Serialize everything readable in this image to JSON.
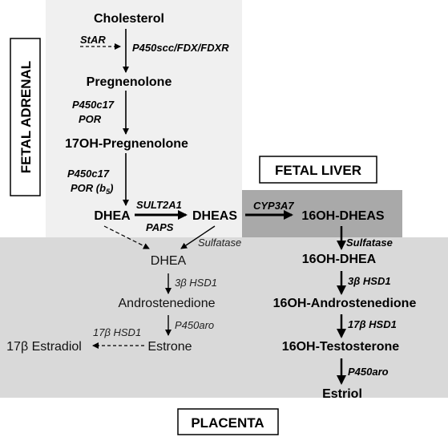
{
  "regions": {
    "fetal_adrenal": "FETAL ADRENAL",
    "fetal_liver": "FETAL LIVER",
    "placenta": "PLACENTA"
  },
  "nodes": {
    "cholesterol": "Cholesterol",
    "pregnenolone": "Pregnenolone",
    "oh17_pregnenolone": "17OH-Pregnenolone",
    "dhea_adrenal": "DHEA",
    "dheas": "DHEAS",
    "oh16_dheas": "16OH-DHEAS",
    "dhea_placenta": "DHEA",
    "androstenedione": "Androstenedione",
    "estrone": "Estrone",
    "estradiol": "17β Estradiol",
    "oh16_dhea": "16OH-DHEA",
    "oh16_androstenedione": "16OH-Androstenedione",
    "oh16_testosterone": "16OH-Testosterone",
    "estriol": "Estriol"
  },
  "enzymes": {
    "star": "StAR",
    "p450scc": "P450scc/FDX/FDXR",
    "p450c17_a": "P450c17",
    "por_a": "POR",
    "p450c17_b": "P450c17",
    "por_b5": "POR (b",
    "b5_sub": "5",
    "por_b5_close": ")",
    "sult2a1": "SULT2A1",
    "paps": "PAPS",
    "cyp3a7": "CYP3A7",
    "sulfatase_placenta": "Sulfatase",
    "sulfatase_liver": "Sulfatase",
    "hsd1_a": "3β HSD1",
    "p450aro_a": "P450aro",
    "hsd17": "17β HSD1",
    "hsd1_b": "3β HSD1",
    "hsd17_b": "17β HSD1",
    "p450aro_b": "P450aro"
  },
  "colors": {
    "adrenal_bg": "#f0f0f0",
    "liver_bg": "#a9a9a9",
    "placenta_bg": "#d9d9d9"
  }
}
